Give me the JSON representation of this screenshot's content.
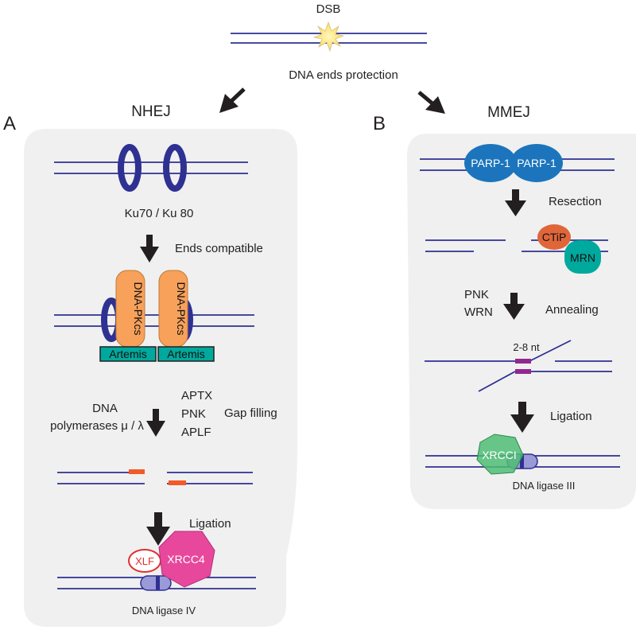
{
  "header": {
    "dsb_label": "DSB",
    "protection_label": "DNA ends protection"
  },
  "colors": {
    "dna": "#2e3192",
    "panel": "#f0f0f0",
    "ku": "#2e3192",
    "dnapk": "#f7a15a",
    "artemis": "#00a99d",
    "gap_patch": "#f15a29",
    "xlf": "#e0302f",
    "xrcc4": "#e8489c",
    "parp": "#1c75bc",
    "ctip": "#e0663a",
    "mrn": "#00a99d",
    "xrcc1": "#4dbd74",
    "annealing_patch": "#92278f",
    "ligase": "#9a9ad8"
  },
  "panel_a": {
    "letter": "A",
    "title": "NHEJ",
    "ku_label": "Ku70 / Ku 80",
    "step_ends": "Ends compatible",
    "dnapkcs_label": "DNA-PKcs",
    "artemis_label": "Artemis",
    "dna_label": "DNA",
    "polymerases_label": "polymerases μ / λ",
    "aptx_label": "APTX",
    "pnk_label": "PNK",
    "aplf_label": "APLF",
    "gap_filling_label": "Gap filling",
    "ligation_label": "Ligation",
    "xlf_label": "XLF",
    "xrcc4_label": "XRCC4",
    "ligase_label": "DNA ligase IV"
  },
  "panel_b": {
    "letter": "B",
    "title": "MMEJ",
    "parp_label": "PARP-1",
    "resection_label": "Resection",
    "ctip_label": "CTiP",
    "mrn_label": "MRN",
    "pnk_label": "PNK",
    "wrn_label": "WRN",
    "annealing_label": "Annealing",
    "nt_label": "2-8 nt",
    "ligation_label": "Ligation",
    "xrcc1_label": "XRCCI",
    "ligase_label": "DNA ligase III"
  },
  "icons": {
    "step_arrow": "down-arrow-icon",
    "branch_arrow_left": "diagonal-left-arrow-icon",
    "branch_arrow_right": "diagonal-right-arrow-icon",
    "break_symbol": "starburst-icon"
  }
}
